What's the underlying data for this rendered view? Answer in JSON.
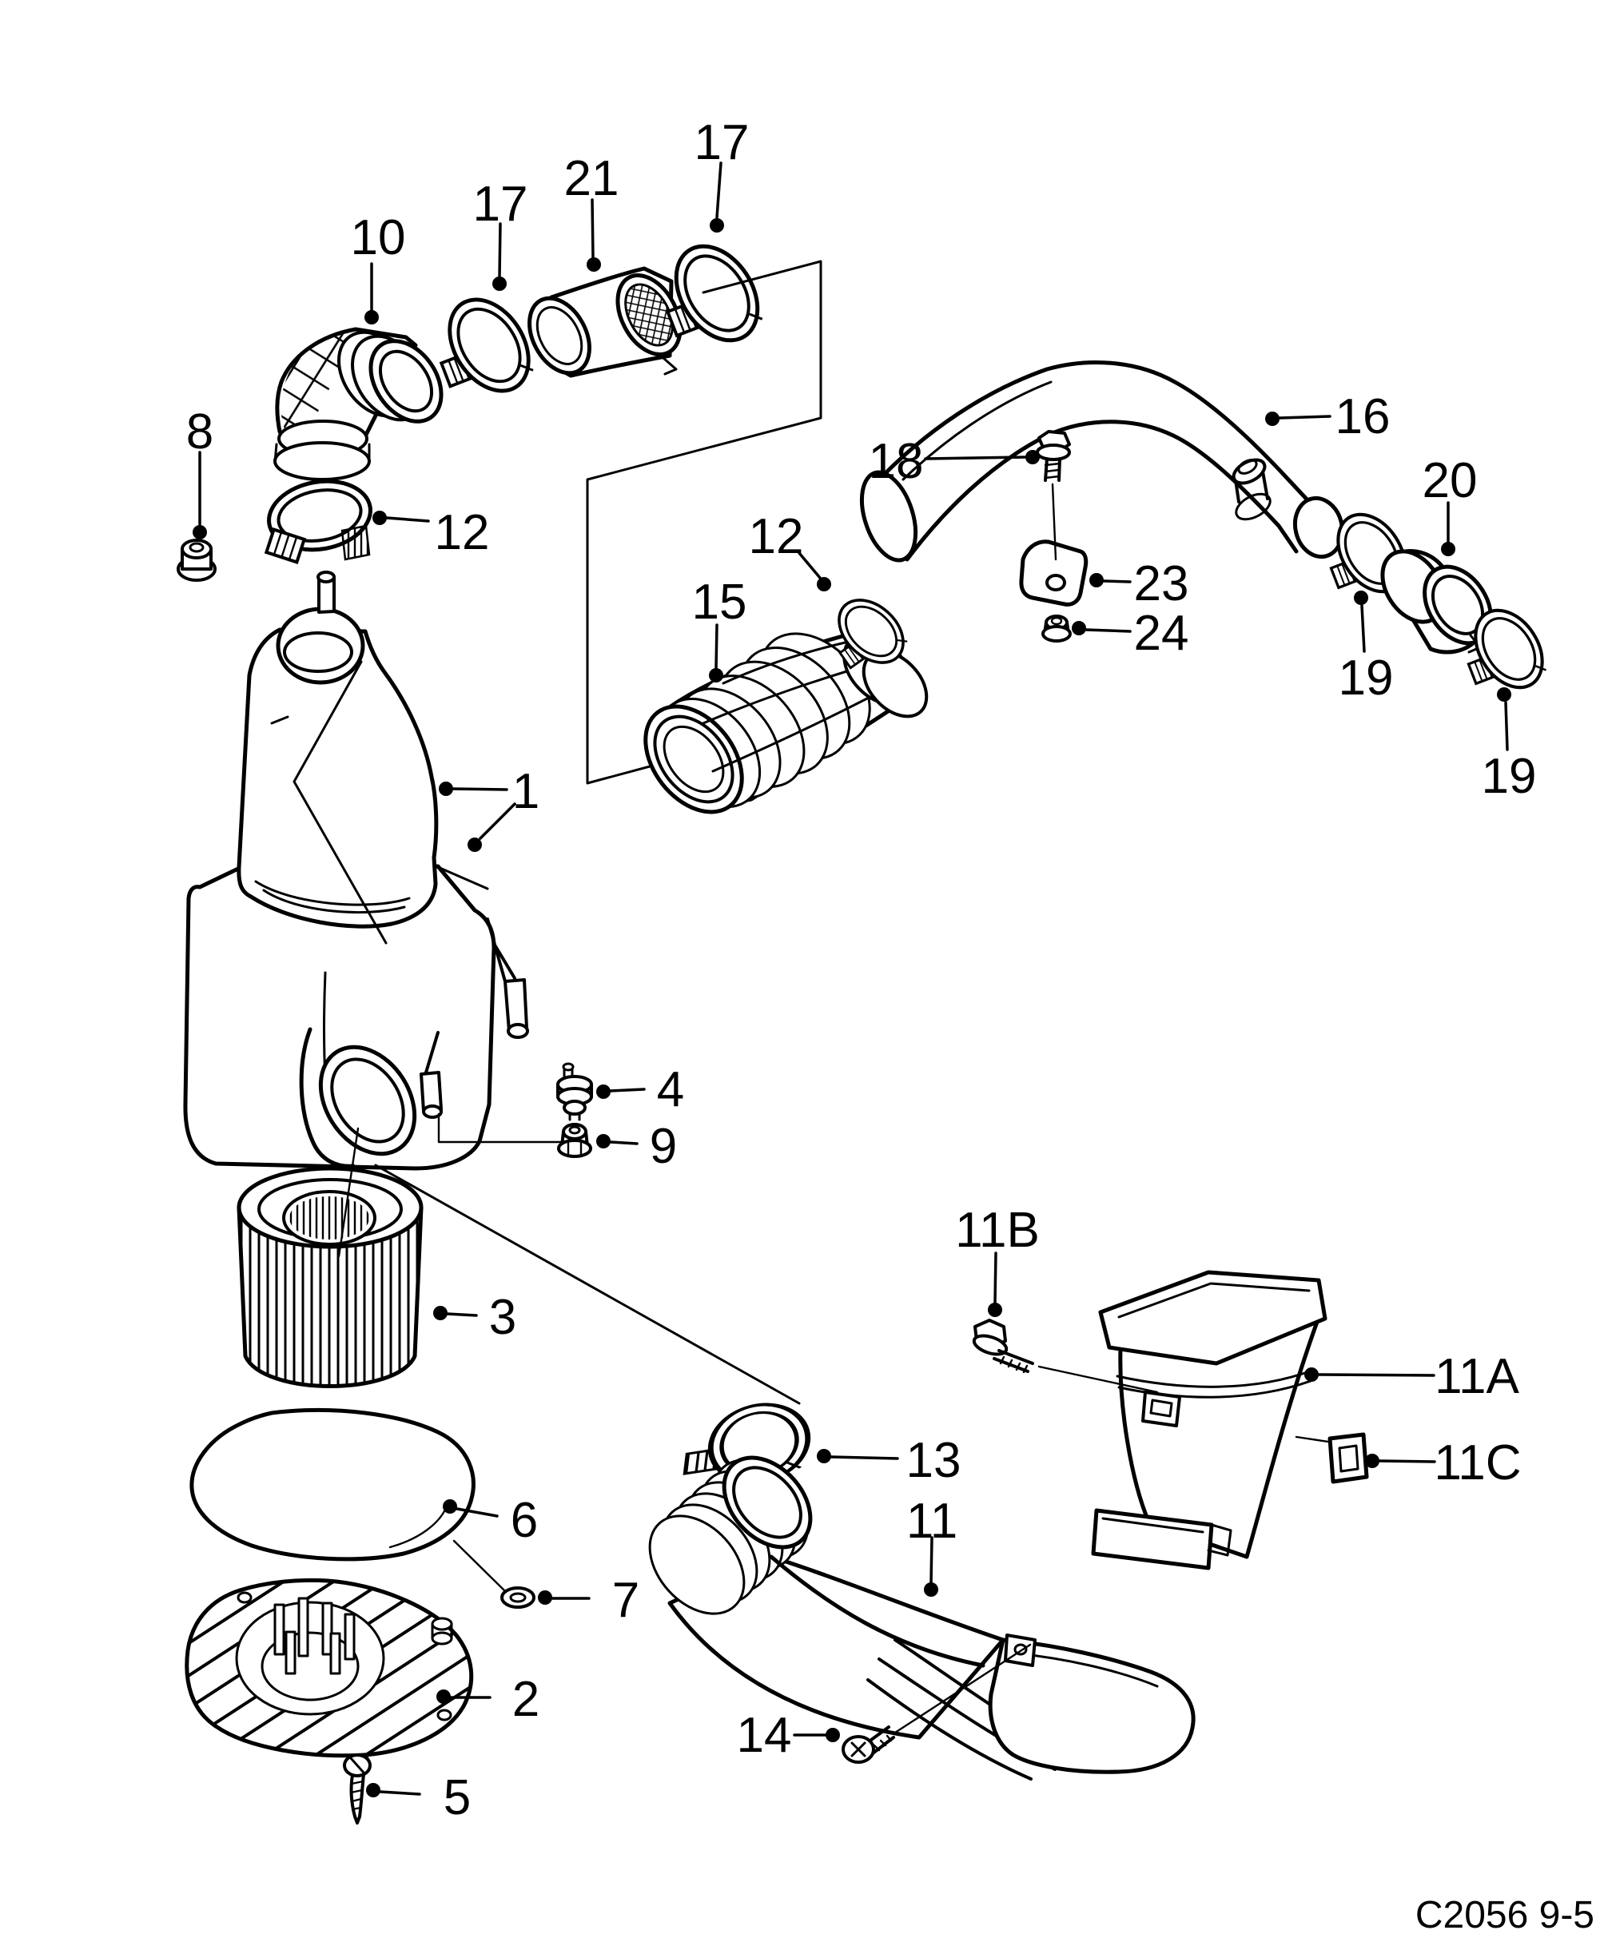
{
  "diagram": {
    "caption": "C2056 9-5",
    "background_color": "#ffffff",
    "line_color": "#000000",
    "callouts": [
      {
        "id": "callout-10",
        "ref": "10"
      },
      {
        "id": "callout-17-1",
        "ref": "17"
      },
      {
        "id": "callout-21",
        "ref": "21"
      },
      {
        "id": "callout-17-2",
        "ref": "17"
      },
      {
        "id": "callout-8",
        "ref": "8"
      },
      {
        "id": "callout-12-1",
        "ref": "12"
      },
      {
        "id": "callout-1",
        "ref": "1"
      },
      {
        "id": "callout-18",
        "ref": "18"
      },
      {
        "id": "callout-16",
        "ref": "16"
      },
      {
        "id": "callout-12-2",
        "ref": "12"
      },
      {
        "id": "callout-15",
        "ref": "15"
      },
      {
        "id": "callout-23",
        "ref": "23"
      },
      {
        "id": "callout-24",
        "ref": "24"
      },
      {
        "id": "callout-20",
        "ref": "20"
      },
      {
        "id": "callout-19-1",
        "ref": "19"
      },
      {
        "id": "callout-19-2",
        "ref": "19"
      },
      {
        "id": "callout-4",
        "ref": "4"
      },
      {
        "id": "callout-9",
        "ref": "9"
      },
      {
        "id": "callout-3",
        "ref": "3"
      },
      {
        "id": "callout-6",
        "ref": "6"
      },
      {
        "id": "callout-11B",
        "ref": "11B"
      },
      {
        "id": "callout-11A",
        "ref": "11A"
      },
      {
        "id": "callout-11C",
        "ref": "11C"
      },
      {
        "id": "callout-13",
        "ref": "13"
      },
      {
        "id": "callout-11",
        "ref": "11"
      },
      {
        "id": "callout-7",
        "ref": "7"
      },
      {
        "id": "callout-2",
        "ref": "2"
      },
      {
        "id": "callout-5",
        "ref": "5"
      },
      {
        "id": "callout-14",
        "ref": "14"
      }
    ]
  }
}
